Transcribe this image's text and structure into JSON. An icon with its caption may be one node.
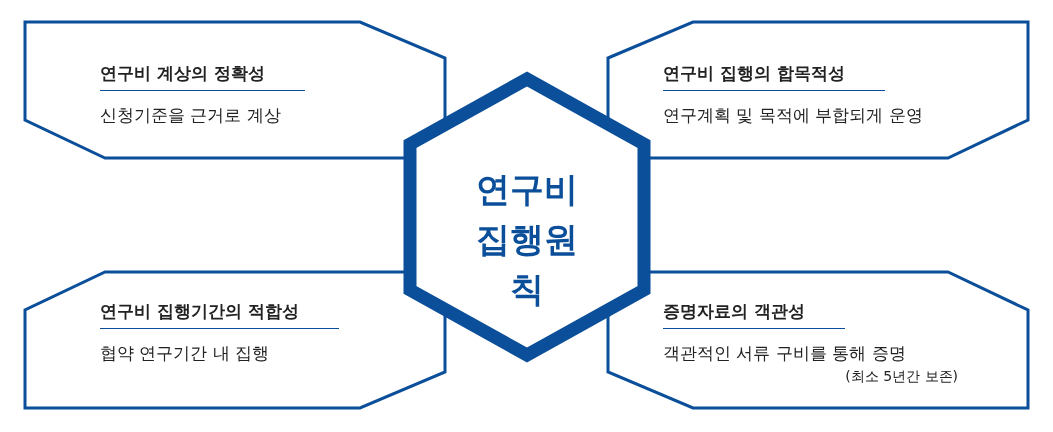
{
  "diagram": {
    "nodes": [
      {
        "text": [
          "연구비 계상의 정확성",
          "신청기준을 근거로 계상"
        ]
      },
      {
        "text": [
          "연구비 집행의 합목적성",
          "연구계획 및 목적에 부합되게 운영"
        ]
      },
      {
        "text": [
          "연구비 집행원칙"
        ]
      },
      {
        "text": [
          "연구비 집행기간의 적합성",
          "협약 연구기간 내 집행"
        ]
      },
      {
        "text": [
          "증명자료의 객관성",
          "객관적인 서류 구비를 통해 증명",
          "(최소 5년간 보존)"
        ]
      }
    ]
  }
}
